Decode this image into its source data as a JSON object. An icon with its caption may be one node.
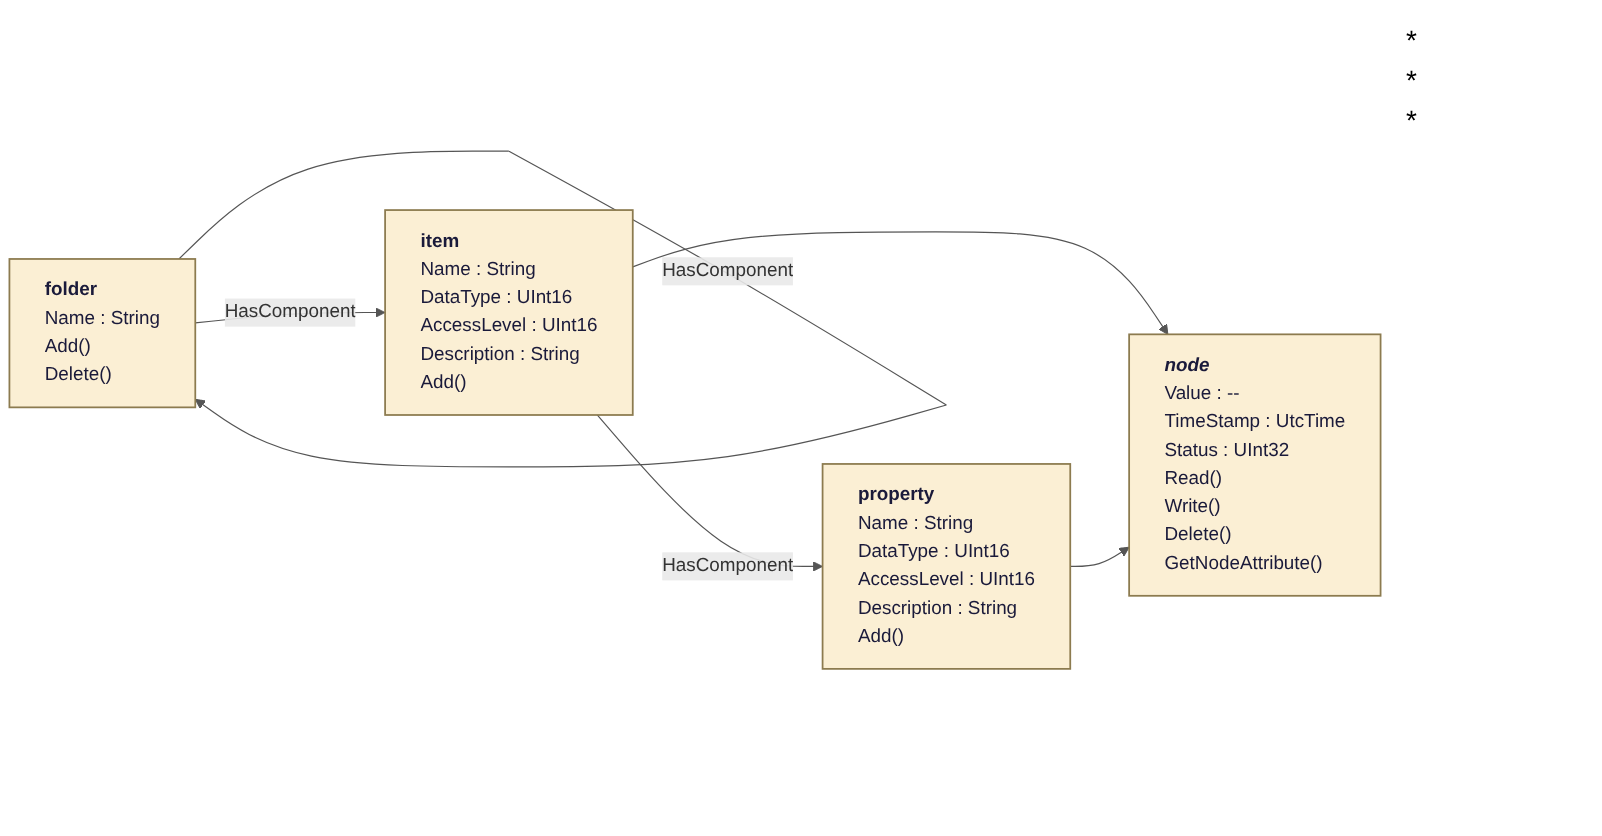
{
  "diagram": {
    "nodes": [
      {
        "text": [
          "folder",
          "Name : String",
          "Add()",
          "Delete()"
        ]
      },
      {
        "text": [
          "item",
          "Name : String",
          "DataType : UInt16",
          "AccessLevel : UInt16",
          "Description : String",
          "Add()"
        ]
      },
      {
        "text": [
          "property",
          "Name : String",
          "DataType : UInt16",
          "AccessLevel : UInt16",
          "Description : String",
          "Add()"
        ]
      },
      {
        "text": [
          "node",
          "Value : --",
          "TimeStamp : UtcTime",
          "Status : UInt32",
          "Read()",
          "Write()",
          "Delete()",
          "GetNodeAttribute()"
        ]
      }
    ],
    "edges": [
      {
        "from": 0,
        "to": 0,
        "arrow": "to",
        "label": "HasComponent"
      },
      {
        "from": 0,
        "to": 1,
        "arrow": "to",
        "label": "HasComponent"
      },
      {
        "from": 1,
        "to": 2,
        "arrow": "to",
        "label": "HasComponent"
      },
      {
        "from": 1,
        "to": 3,
        "arrow": "to"
      },
      {
        "from": 2,
        "to": 3,
        "arrow": "to"
      }
    ],
    "labels": [
      "*",
      "*",
      "*"
    ]
  }
}
